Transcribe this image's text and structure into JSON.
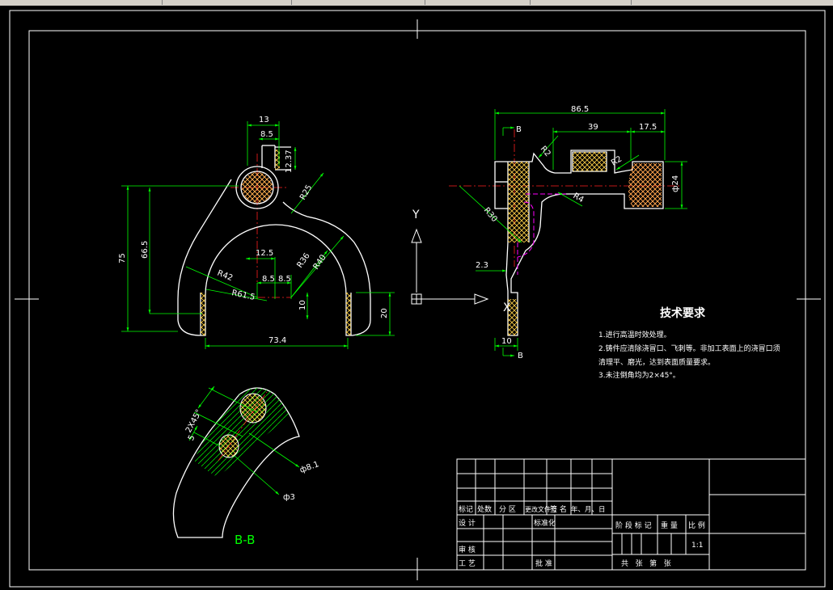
{
  "colors": {
    "background": "#000000",
    "outline": "#ffffff",
    "dimension": "#00ff00",
    "centerline": "#ff2020",
    "hidden": "#ff00ff",
    "hatch": "#ffd24a",
    "ucs": "#ffffff"
  },
  "front_view": {
    "dims": {
      "d13": "13",
      "d8_5_top": "8.5",
      "d12_37": "12.37",
      "r25": "R25",
      "d75": "75",
      "d66_5": "66.5",
      "d12_5": "12.5",
      "r36": "R36",
      "r40": "R40",
      "r42": "R42",
      "d8_5_a": "8.5",
      "d8_5_b": "8.5",
      "r61_5": "R61.5",
      "d10": "10",
      "d20": "20",
      "d73_4": "73.4"
    }
  },
  "side_view": {
    "dims": {
      "d86_5": "86.5",
      "d39": "39",
      "d17_5": "17.5",
      "r2_a": "R2",
      "r2_b": "R2",
      "r4": "R4",
      "r30": "R30",
      "phi24": "ф24",
      "d2_3": "2.3",
      "d10": "10"
    },
    "section_mark_top": "B",
    "section_mark_bottom": "B"
  },
  "section_view": {
    "label": "B-B",
    "dims": {
      "d2x45": "2X45°",
      "d5": "5",
      "phi8": "ф8.1",
      "phi3": "ф3"
    }
  },
  "ucs": {
    "y_label": "Y",
    "x_label": "X"
  },
  "technical_requirements": {
    "title": "技术要求",
    "items": [
      "1.进行高温时效处理。",
      "2.铸件应清除浇冒口、飞刺等。非加工表面上的浇冒口须",
      "清理平、磨光，达到表面质量要求。",
      "3.未注倒角均为2×45°。"
    ]
  },
  "title_block": {
    "row_labels": [
      "标记",
      "处数",
      "分 区",
      "更改文件号",
      "签 名",
      "年、月、日"
    ],
    "design": "设 计",
    "standardization": "标准化",
    "review": "审 核",
    "process": "工 艺",
    "approve": "批 准",
    "stage_mark": "阶 段 标 记",
    "weight": "重 量",
    "scale_label": "比 例",
    "scale_value": "1:1",
    "sheets": "共   张   第   张"
  }
}
